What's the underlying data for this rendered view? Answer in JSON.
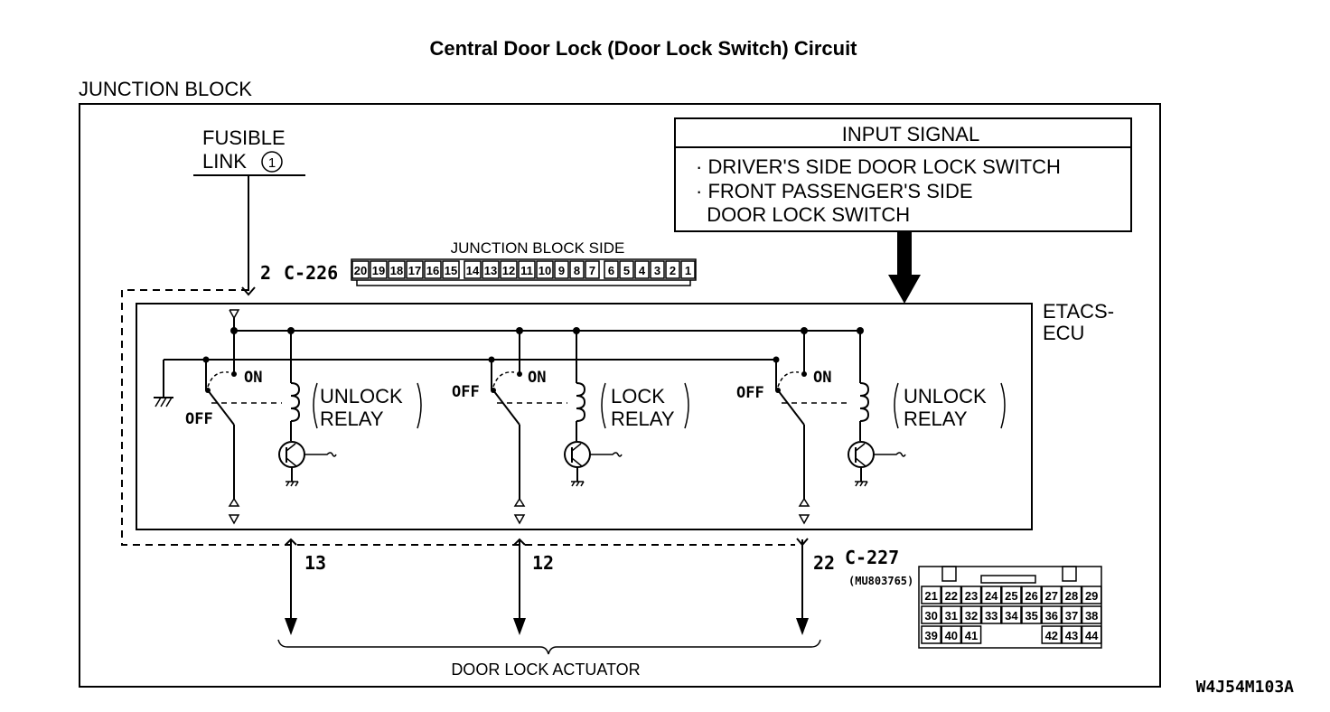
{
  "title": "Central Door Lock (Door Lock Switch) Circuit",
  "junction_block_label": "JUNCTION BLOCK",
  "fusible_link": {
    "line1": "FUSIBLE",
    "line2": "LINK",
    "number": "1"
  },
  "input_signal": {
    "header": "INPUT SIGNAL",
    "items": [
      "· DRIVER'S SIDE DOOR LOCK SWITCH",
      "· FRONT PASSENGER'S SIDE",
      "  DOOR LOCK SWITCH"
    ]
  },
  "connector_c226": {
    "pin": "2",
    "id": "C-226",
    "side_label": "JUNCTION BLOCK SIDE",
    "pins": [
      "20",
      "19",
      "18",
      "17",
      "16",
      "15",
      "14",
      "13",
      "12",
      "11",
      "10",
      "9",
      "8",
      "7",
      "6",
      "5",
      "4",
      "3",
      "2",
      "1"
    ]
  },
  "ecu": {
    "line1": "ETACS-",
    "line2": "ECU"
  },
  "relays": [
    {
      "name1": "UNLOCK",
      "name2": "RELAY",
      "on": "ON",
      "off": "OFF"
    },
    {
      "name1": "LOCK",
      "name2": "RELAY",
      "on": "ON",
      "off": "OFF"
    },
    {
      "name1": "UNLOCK",
      "name2": "RELAY",
      "on": "ON",
      "off": "OFF"
    }
  ],
  "output_pins": [
    "13",
    "12",
    "22"
  ],
  "connector_c227": {
    "id": "C-227",
    "part": "(MU803765)",
    "row1": [
      "21",
      "22",
      "23",
      "24",
      "25",
      "26",
      "27",
      "28",
      "29"
    ],
    "row2": [
      "30",
      "31",
      "32",
      "33",
      "34",
      "35",
      "36",
      "37",
      "38"
    ],
    "row3": [
      "39",
      "40",
      "41",
      "",
      "",
      "",
      "42",
      "43",
      "44"
    ]
  },
  "door_lock_actuator": "DOOR LOCK ACTUATOR",
  "figure_code": "W4J54M103A"
}
